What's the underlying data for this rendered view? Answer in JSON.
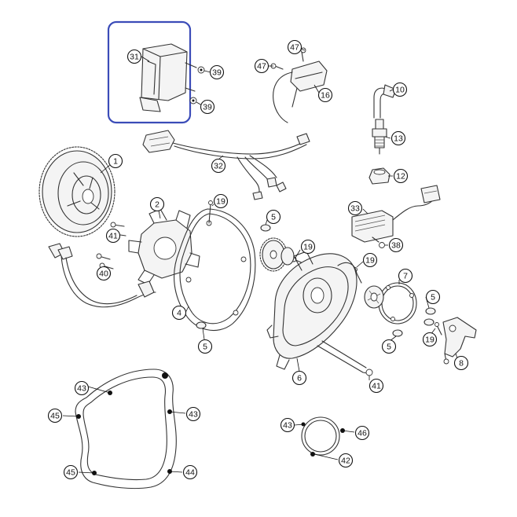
{
  "highlight": {
    "color": "#3b4cb8",
    "target": "31"
  },
  "callouts": [
    {
      "id": "31",
      "label": "31"
    },
    {
      "id": "39a",
      "label": "39"
    },
    {
      "id": "39b",
      "label": "39"
    },
    {
      "id": "47",
      "label": "47"
    },
    {
      "id": "47b",
      "label": "47"
    },
    {
      "id": "16",
      "label": "16"
    },
    {
      "id": "10",
      "label": "10"
    },
    {
      "id": "13",
      "label": "13"
    },
    {
      "id": "12",
      "label": "12"
    },
    {
      "id": "32",
      "label": "32"
    },
    {
      "id": "1",
      "label": "1"
    },
    {
      "id": "2",
      "label": "2"
    },
    {
      "id": "19a",
      "label": "19"
    },
    {
      "id": "5a",
      "label": "5"
    },
    {
      "id": "33",
      "label": "33"
    },
    {
      "id": "41a",
      "label": "41"
    },
    {
      "id": "38",
      "label": "38"
    },
    {
      "id": "19b",
      "label": "19"
    },
    {
      "id": "19c",
      "label": "19"
    },
    {
      "id": "40",
      "label": "40"
    },
    {
      "id": "7",
      "label": "7"
    },
    {
      "id": "5b",
      "label": "5"
    },
    {
      "id": "4",
      "label": "4"
    },
    {
      "id": "5c",
      "label": "5"
    },
    {
      "id": "19d",
      "label": "19"
    },
    {
      "id": "5d",
      "label": "5"
    },
    {
      "id": "8",
      "label": "8"
    },
    {
      "id": "6",
      "label": "6"
    },
    {
      "id": "41b",
      "label": "41"
    },
    {
      "id": "43a",
      "label": "43"
    },
    {
      "id": "45a",
      "label": "45"
    },
    {
      "id": "43b",
      "label": "43"
    },
    {
      "id": "43c",
      "label": "43"
    },
    {
      "id": "46",
      "label": "46"
    },
    {
      "id": "42",
      "label": "42"
    },
    {
      "id": "45b",
      "label": "45"
    },
    {
      "id": "44",
      "label": "44"
    }
  ]
}
